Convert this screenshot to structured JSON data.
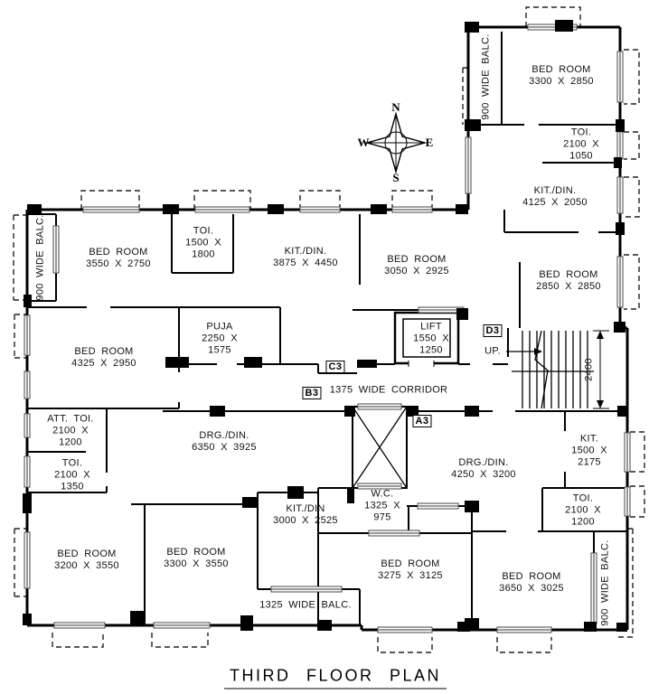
{
  "title": "THIRD FLOOR PLAN",
  "compass": {
    "n": "N",
    "e": "E",
    "s": "S",
    "w": "W"
  },
  "markers": {
    "a3": "A3",
    "b3": "B3",
    "c3": "C3",
    "d3": "D3"
  },
  "annotations": {
    "corridor": "1375 WIDE CORRIDOR",
    "up": "UP.",
    "stair_dim": "2400",
    "balcony_left": "900 WIDE BALC.",
    "balcony_wing": "900 WIDE BALC.",
    "balcony_right": "900 WIDE BALC.",
    "balcony_bottom": "1325 WIDE BALC."
  },
  "rooms": [
    {
      "id": "bedroom-wing",
      "lines": [
        "BED ROOM",
        "3300 X 2850"
      ]
    },
    {
      "id": "toilet-wing",
      "lines": [
        "TOI.",
        "2100 X",
        "1050"
      ]
    },
    {
      "id": "kitchen-dining-wing",
      "lines": [
        "KIT./DIN.",
        "4125 X 2050"
      ]
    },
    {
      "id": "bedroom-wing-2",
      "lines": [
        "BED ROOM",
        "2850 X 2850"
      ]
    },
    {
      "id": "bedroom-top-left",
      "lines": [
        "BED ROOM",
        "3550 X 2750"
      ]
    },
    {
      "id": "toilet-top",
      "lines": [
        "TOI.",
        "1500 X",
        "1800"
      ]
    },
    {
      "id": "kitchen-dining-top",
      "lines": [
        "KIT./DIN.",
        "3875 X 4450"
      ]
    },
    {
      "id": "bedroom-top-mid",
      "lines": [
        "BED ROOM",
        "3050 X 2925"
      ]
    },
    {
      "id": "bedroom-mid-left",
      "lines": [
        "BED ROOM",
        "4325 X 2950"
      ]
    },
    {
      "id": "puja",
      "lines": [
        "PUJA",
        "2250 X",
        "1575"
      ]
    },
    {
      "id": "lift",
      "lines": [
        "LIFT",
        "1550 X",
        "1250"
      ]
    },
    {
      "id": "attached-toilet",
      "lines": [
        "ATT. TOI.",
        "2100 X",
        "1200"
      ]
    },
    {
      "id": "toilet-left",
      "lines": [
        "TOI.",
        "2100 X",
        "1350"
      ]
    },
    {
      "id": "drawing-dining-left",
      "lines": [
        "DRG./DIN.",
        "6350 X 3925"
      ]
    },
    {
      "id": "drawing-dining-right",
      "lines": [
        "DRG./DIN.",
        "4250 X 3200"
      ]
    },
    {
      "id": "kitchen-right",
      "lines": [
        "KIT.",
        "1500 X",
        "2175"
      ]
    },
    {
      "id": "toilet-right",
      "lines": [
        "TOI.",
        "2100 X",
        "1200"
      ]
    },
    {
      "id": "wc",
      "lines": [
        "W.C.",
        "1325 X",
        "975"
      ]
    },
    {
      "id": "kitchen-dining-bottom",
      "lines": [
        "KIT./DIN",
        "3000 X 2525"
      ]
    },
    {
      "id": "bedroom-bottom-1",
      "lines": [
        "BED ROOM",
        "3200 X 3550"
      ]
    },
    {
      "id": "bedroom-bottom-2",
      "lines": [
        "BED ROOM",
        "3300 X 3550"
      ]
    },
    {
      "id": "bedroom-bottom-3",
      "lines": [
        "BED ROOM",
        "3275 X 3125"
      ]
    },
    {
      "id": "bedroom-bottom-4",
      "lines": [
        "BED ROOM",
        "3650 X 3025"
      ]
    }
  ]
}
